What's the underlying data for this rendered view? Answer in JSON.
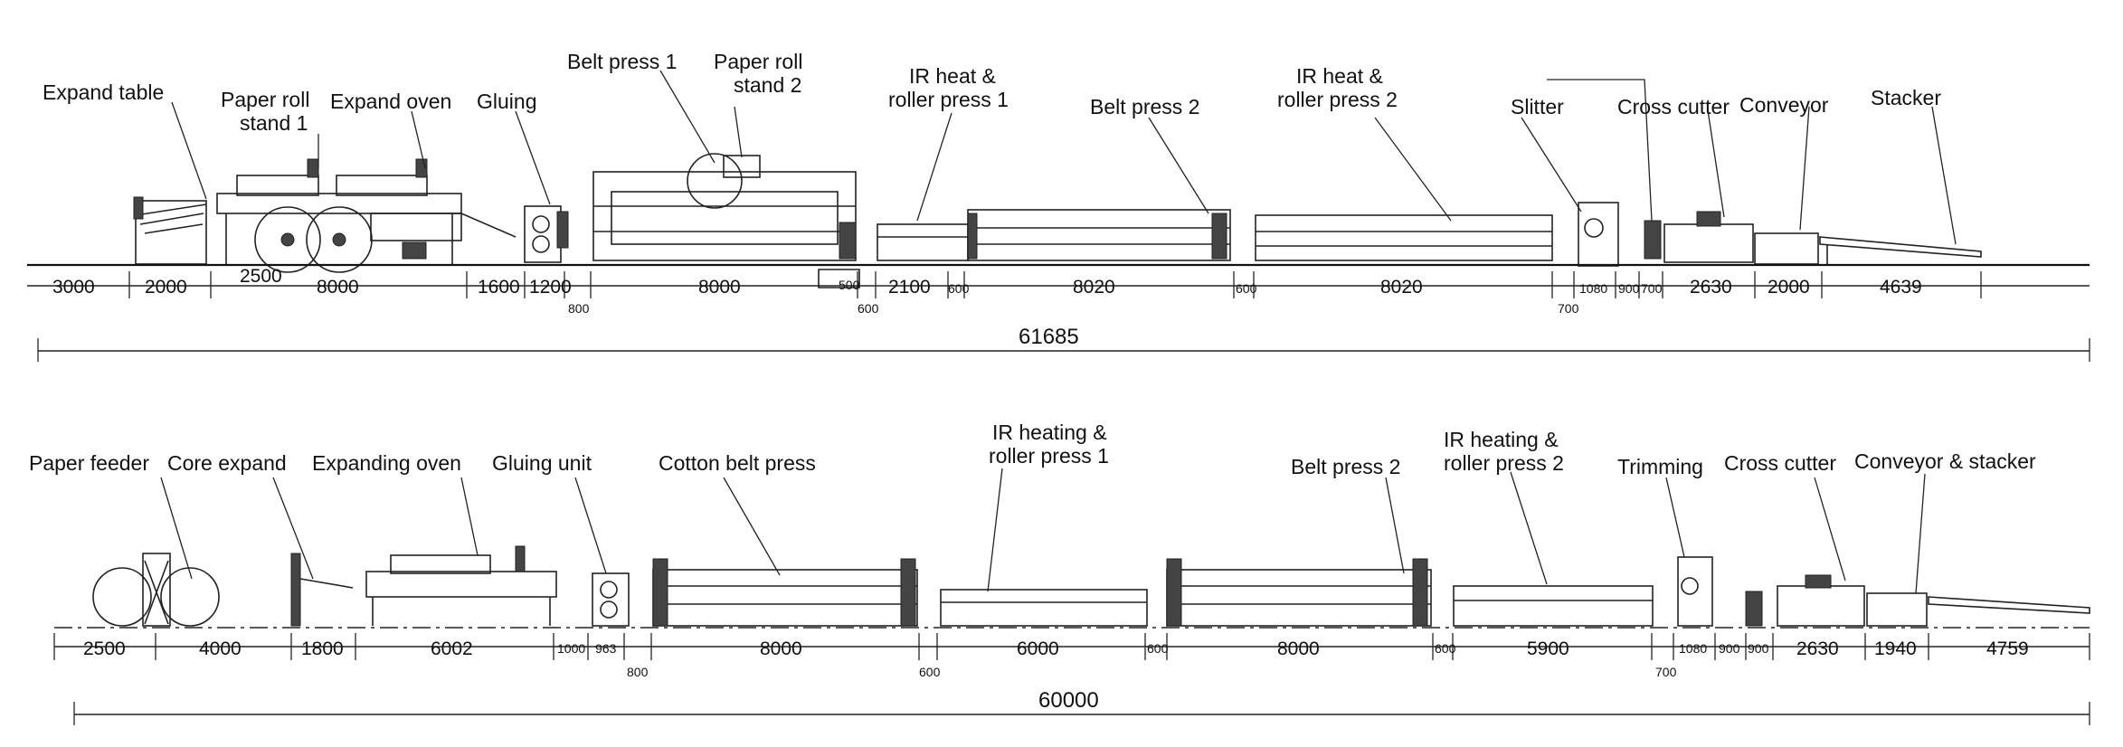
{
  "line1": {
    "labels": {
      "expand_table": "Expand table",
      "paper_roll_stand_1": [
        "Paper roll",
        "stand 1"
      ],
      "expand_oven": "Expand oven",
      "gluing": "Gluing",
      "belt_press_1": "Belt press 1",
      "paper_roll_stand_2": [
        "Paper roll",
        "stand 2"
      ],
      "ir_heat_roller_press_1": [
        "IR heat &",
        "roller press 1"
      ],
      "belt_press_2": "Belt press 2",
      "ir_heat_roller_press_2": [
        "IR heat &",
        "roller press 2"
      ],
      "slitter": "Slitter",
      "cross_cutter": "Cross cutter",
      "conveyor": "Conveyor",
      "stacker": "Stacker"
    },
    "dimensions": {
      "d3000": "3000",
      "d2000a": "2000",
      "d2500": "2500",
      "d8000a": "8000",
      "d1600": "1600",
      "d1200": "1200",
      "d800": "800",
      "d8000b": "8000",
      "d500a": "500",
      "d600a": "600",
      "d2100": "2100",
      "d600b": "600",
      "d8020a": "8020",
      "d600c": "600",
      "d8020b": "8020",
      "d700": "700",
      "d1080": "1080",
      "d900": "900",
      "d700b": "700",
      "d2630": "2630",
      "d2000b": "2000",
      "d4639": "4639",
      "total": "61685"
    }
  },
  "line2": {
    "labels": {
      "paper_feeder": "Paper feeder",
      "core_expand": "Core expand",
      "expanding_oven": "Expanding oven",
      "gluing_unit": "Gluing unit",
      "cotton_belt_press": "Cotton belt press",
      "ir_heating_roller_press_1": [
        "IR heating &",
        "roller press 1"
      ],
      "belt_press_2": "Belt press 2",
      "ir_heating_roller_press_2": [
        "IR heating &",
        "roller press 2"
      ],
      "trimming": "Trimming",
      "cross_cutter": "Cross cutter",
      "conveyor_stacker": "Conveyor & stacker"
    },
    "dimensions": {
      "d2500": "2500",
      "d4000": "4000",
      "d1800": "1800",
      "d6002": "6002",
      "d1000": "1000",
      "d963": "963",
      "d800": "800",
      "d8000a": "8000",
      "d600a": "600",
      "d6000": "6000",
      "d600b": "600",
      "d8000b": "8000",
      "d600c": "600",
      "d5900": "5900",
      "d700": "700",
      "d1080": "1080",
      "d900a": "900",
      "d900b": "900",
      "d2630": "2630",
      "d1940": "1940",
      "d4759": "4759",
      "total": "60000"
    }
  }
}
